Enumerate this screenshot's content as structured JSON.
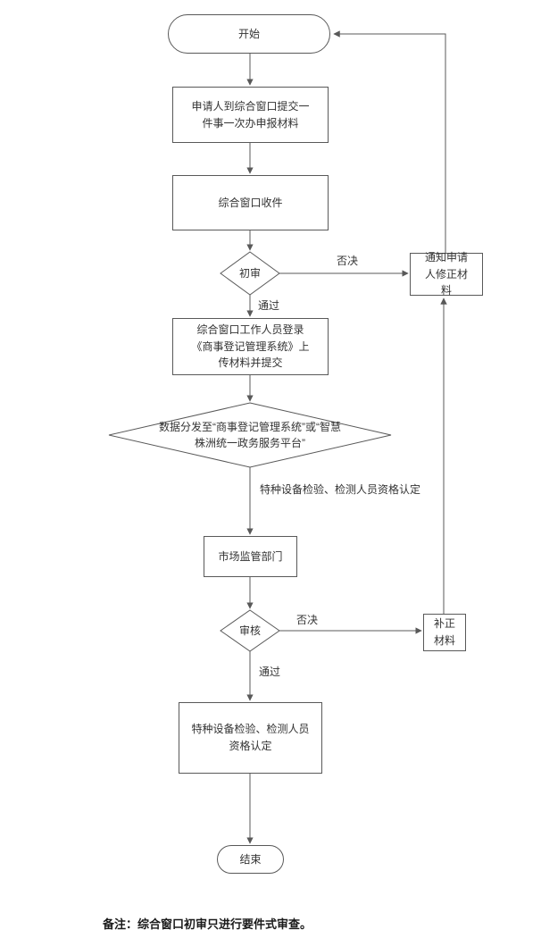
{
  "diagram": {
    "nodes": {
      "start": "开始",
      "submit": "申请人到综合窗口提交一件事一次办申报材料",
      "receive": "综合窗口收件",
      "initial_review": "初审",
      "notify": "通知申请人修正材料",
      "upload": "综合窗口工作人员登录《商事登记管理系统》上传材料并提交",
      "dispatch": "数据分发至“商事登记管理系统”或“智慧株洲统一政务服务平台”",
      "market_dept": "市场监管部门",
      "review": "审核",
      "supplement": "补正材料",
      "certify": "特种设备检验、检测人员资格认定",
      "end": "结束"
    },
    "edge_labels": {
      "reject_initial": "否决",
      "pass_initial": "通过",
      "dispatch_branch": "特种设备检验、检测人员资格认定",
      "reject_review": "否决",
      "pass_review": "通过"
    },
    "note": "备注：综合窗口初审只进行要件式审查。",
    "colors": {
      "border": "#595959",
      "line": "#595959",
      "text": "#333333",
      "background": "#ffffff"
    }
  }
}
